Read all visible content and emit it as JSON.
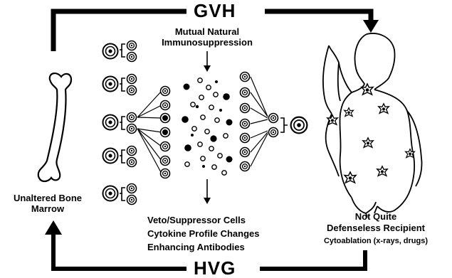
{
  "top_arrow": {
    "label": "GVH"
  },
  "bottom_arrow": {
    "label": "HVG"
  },
  "center_top": {
    "line1": "Mutual Natural",
    "line2": "Immunosuppression"
  },
  "center_bottom": {
    "line1": "Veto/Suppressor Cells",
    "line2": "Cytokine Profile Changes",
    "line3": "Enhancing Antibodies"
  },
  "donor": {
    "line1": "Unaltered Bone",
    "line2": "Marrow"
  },
  "recipient": {
    "line1": "Not Quite",
    "line2": "Defenseless Recipient",
    "line3": "Cytoablation (x-rays, drugs)"
  },
  "colors": {
    "ink": "#000000",
    "paper": "#ffffff"
  }
}
